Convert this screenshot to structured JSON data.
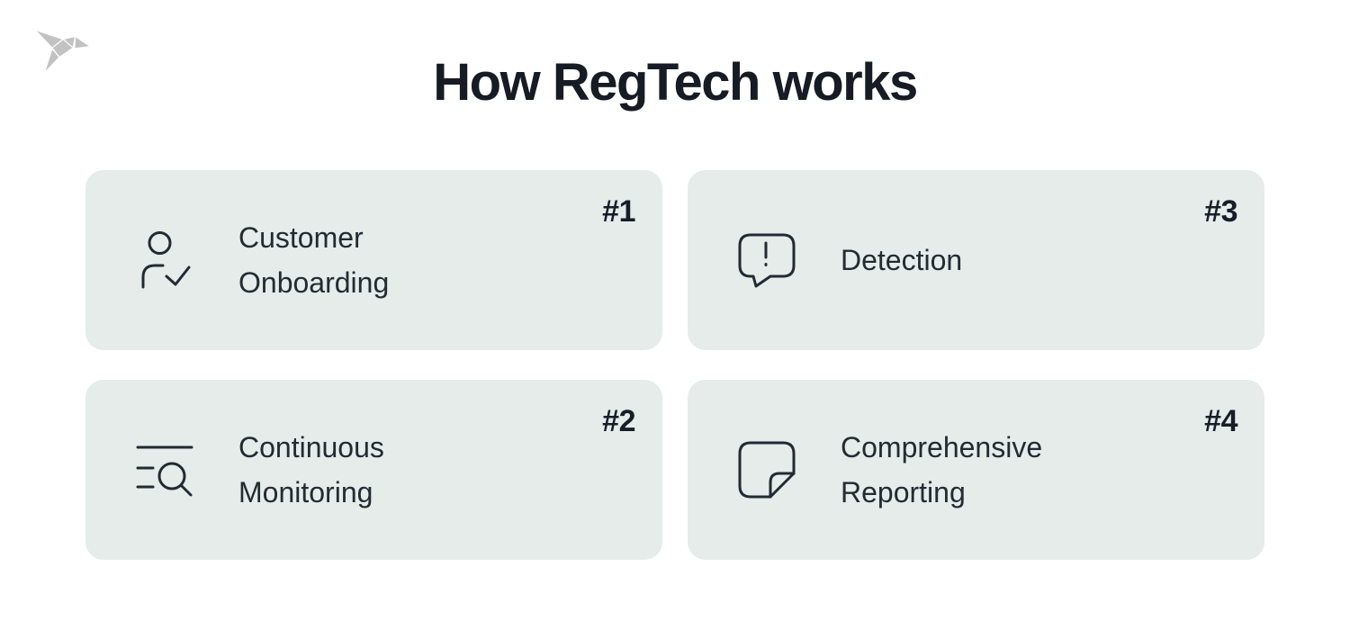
{
  "page": {
    "title": "How RegTech works"
  },
  "logo": {
    "name": "origami-bird-logo",
    "color": "#c2c2c2"
  },
  "cards": [
    {
      "number": "#1",
      "label": "Customer Onboarding",
      "icon": "user-check-icon"
    },
    {
      "number": "#2",
      "label": "Continuous Monitoring",
      "icon": "search-list-icon"
    },
    {
      "number": "#3",
      "label": "Detection",
      "icon": "alert-speech-bubble-icon"
    },
    {
      "number": "#4",
      "label": "Comprehensive Reporting",
      "icon": "sticky-note-icon"
    }
  ],
  "colors": {
    "background": "#ffffff",
    "card_background": "#e5ece9",
    "title_text": "#161b24",
    "card_text": "#232b33",
    "badge_text": "#171e29",
    "icon_stroke": "#222a33",
    "logo_gray": "#c2c2c2"
  }
}
